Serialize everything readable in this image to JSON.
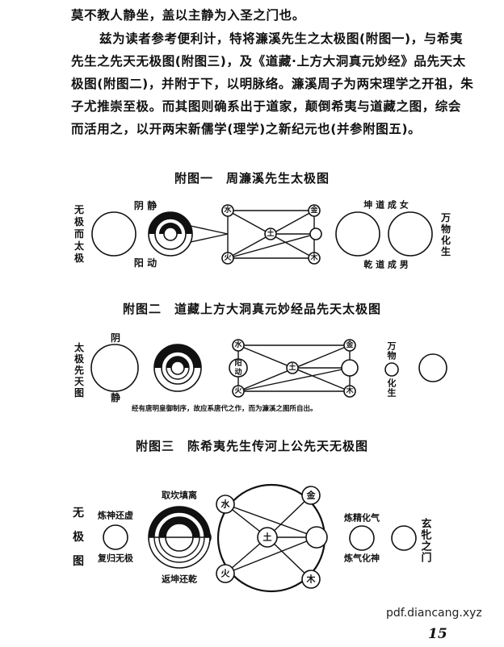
{
  "body_lines": [
    "莫不教人静坐，盖以主静为入圣之门也。",
    "兹为读者参考便利计，特将濂溪先生之太极图(附图一)，与希夷",
    "先生之先天无极图(附图三)，及《道藏·上方大洞真元妙经》品先天太",
    "极图(附图二)，并附于下，以明脉络。濂溪周子为两宋理学之开祖，朱",
    "子尤推崇至极。而其图则确系出于道家，颠倒希夷与道藏之图，综会",
    "而活用之，以开两宋新儒学(理学)之新纪元也(并参附图五)。"
  ],
  "fig1": {
    "title": "附图一　周濂溪先生太极图",
    "left_label": [
      "无",
      "极",
      "而",
      "太",
      "极"
    ],
    "yin": "阴 静",
    "yang": "阳 动",
    "kun": "坤 道 成 女",
    "qian": "乾 道 成 男",
    "right_label": [
      "万",
      "物",
      "化",
      "生"
    ],
    "nodes": {
      "water": "水",
      "metal": "金",
      "earth": "土",
      "fire": "火",
      "wood": "木"
    }
  },
  "fig2": {
    "title": "附图二　道藏上方大洞真元妙经品先天太极图",
    "left_label": [
      "太",
      "极",
      "先",
      "天",
      "图"
    ],
    "yin": "阴",
    "jing": "静",
    "yangdong": [
      "阳",
      "动"
    ],
    "wanwu": [
      "万",
      "物"
    ],
    "huasheng": [
      "化",
      "生"
    ],
    "nodes": {
      "water": "水",
      "metal": "金",
      "earth": "土",
      "fire": "火",
      "wood": "木"
    },
    "caption": "经有唐明皇御制序，故应系唐代之作，而为濂溪之图所自出。"
  },
  "fig3": {
    "title": "附图三　陈希夷先生传河上公先天无极图",
    "left_label": [
      "无",
      "极",
      "图"
    ],
    "lianshen": "炼神还虚",
    "fugui": "复归无极",
    "qukan": "取坎填离",
    "fankun": "返坤还乾",
    "lianjing": "炼精化气",
    "lianqi": "炼气化神",
    "right_label": [
      "玄",
      "牝",
      "之",
      "门"
    ],
    "nodes": {
      "water": "水",
      "metal": "金",
      "earth": "土",
      "fire": "火",
      "wood": "木"
    }
  },
  "footer": {
    "watermark": "pdf.diancang.xyz",
    "page_number": "15"
  }
}
